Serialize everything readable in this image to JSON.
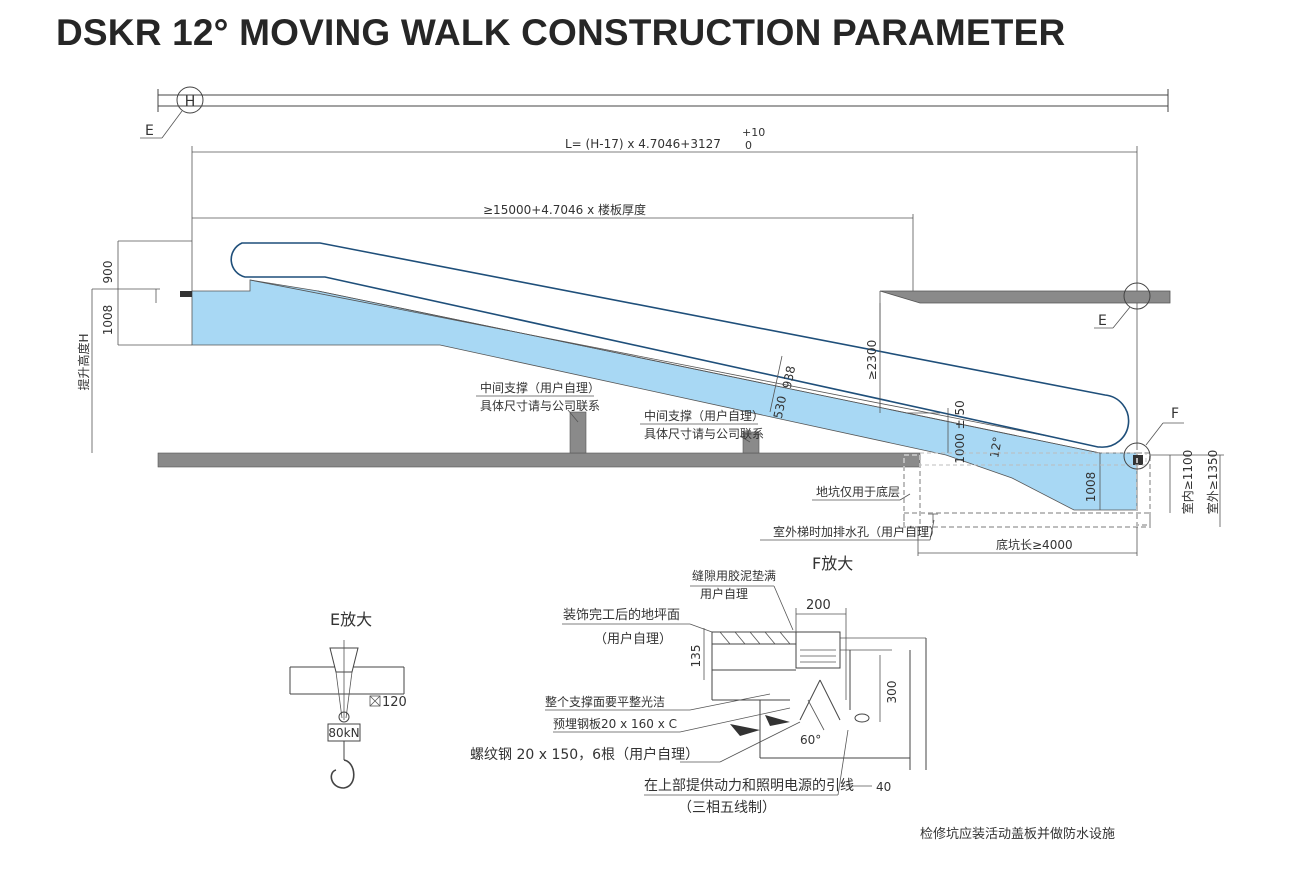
{
  "title": "DSKR 12° MOVING WALK CONSTRUCTION PARAMETER",
  "labels": {
    "axis_h": "H",
    "mark_e": "E",
    "mark_f": "F",
    "length_formula": "L= (H-17) x 4.7046+3127",
    "tol_plus": "+10",
    "tol_zero": "0",
    "span_formula": "≥15000+4.7046 x 楼板厚度",
    "dim_900": "900",
    "dim_1008_left": "1008",
    "rise_h": "提升高度H",
    "dim_938": "938",
    "dim_530": "530",
    "dim_2300": "≥2300",
    "dim_1000_50": "1000 ± 50",
    "angle_12": "12°",
    "dim_1008_right": "1008",
    "indoor": "室内≥1100",
    "outdoor": "室外≥1350",
    "support1_a": "中间支撑（用户自理）",
    "support1_b": "具体尺寸请与公司联系",
    "support2_a": "中间支撑（用户自理）",
    "support2_b": "具体尺寸请与公司联系",
    "pit_bottom_only": "地坑仅用于底层",
    "drain_hole": "室外梯时加排水孔（用户自理）",
    "pit_length": "底坑长≥4000",
    "f_detail": "F放大",
    "e_detail": "E放大",
    "gap_fill": "缝隙用胶泥垫满",
    "user_self_1": "用户自理",
    "floor_finish": "装饰完工后的地坪面",
    "user_self_2": "（用户自理）",
    "dim_200": "200",
    "dim_135": "135",
    "dim_300": "300",
    "support_flat": "整个支撑面要平整光洁",
    "embedded_plate": "预埋钢板20 x 160 x C",
    "rebar": "螺纹钢 20 x 150，6根（用户自理）",
    "angle_60": "60°",
    "power_lead": "在上部提供动力和照明电源的引线",
    "three_phase": "（三相五线制）",
    "dim_40": "40",
    "dim_120": "120",
    "load_80kn": "80kN",
    "maintenance_note": "检修坑应装活动盖板并做防水设施"
  },
  "colors": {
    "truss_fill": "#a8d8f4",
    "handrail": "#1f4f7a",
    "floor": "#8a8a8a",
    "pit_dash": "#bdbdbd"
  }
}
